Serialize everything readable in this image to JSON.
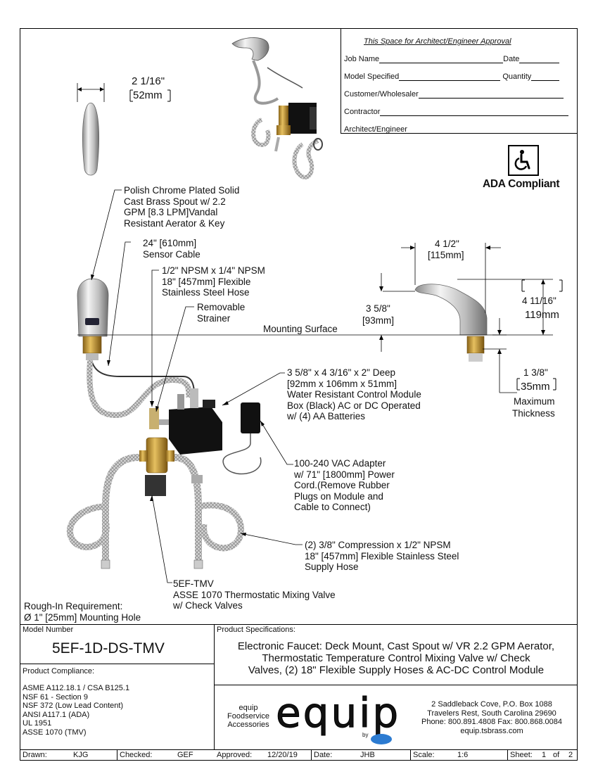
{
  "approval": {
    "title": "This Space for Architect/Engineer Approval",
    "job_name": "Job Name",
    "date": "Date",
    "model_specified": "Model Specified",
    "quantity": "Quantity",
    "customer": "Customer/Wholesaler",
    "contractor": "Contractor",
    "architect": "Architect/Engineer"
  },
  "ada": {
    "label": "ADA Compliant"
  },
  "dims": {
    "spout_width_in": "2 1/16\"",
    "spout_width_mm": "52mm",
    "reach_in": "4 1/2\"",
    "reach_mm": "[115mm]",
    "height_in": "4 11/16\"",
    "height_mm": "119mm",
    "spout_height_in": "3 5/8\"",
    "spout_height_mm": "[93mm]",
    "thickness_in": "1 3/8\"",
    "thickness_mm": "35mm",
    "thickness_label_1": "Maximum",
    "thickness_label_2": "Thickness",
    "mounting_surface": "Mounting Surface"
  },
  "callouts": {
    "spout": [
      "Polish Chrome Plated Solid",
      "Cast Brass Spout w/ 2.2",
      "GPM [8.3 LPM]Vandal",
      "Resistant Aerator & Key"
    ],
    "sensor": [
      "24\" [610mm]",
      "Sensor Cable"
    ],
    "hose": [
      "1/2\" NPSM x 1/4\" NPSM",
      "18\" [457mm] Flexible",
      "Stainless Steel Hose"
    ],
    "strainer": [
      "Removable",
      "Strainer"
    ],
    "module": [
      "3 5/8\" x 4 3/16\" x 2\" Deep",
      "[92mm x 106mm x 51mm]",
      "Water Resistant Control Module",
      "Box (Black) AC or DC Operated",
      "w/ (4) AA Batteries"
    ],
    "adapter": [
      "100-240 VAC Adapter",
      "w/ 71\" [1800mm] Power",
      "Cord.(Remove Rubber",
      "Plugs on Module and",
      "Cable to Connect)"
    ],
    "supply": [
      "(2) 3/8\" Compression x 1/2\" NPSM",
      "18\" [457mm] Flexible Stainless Steel",
      "Supply Hose"
    ],
    "tmv": [
      "5EF-TMV",
      "ASSE 1070 Thermostatic Mixing Valve",
      "w/ Check Valves"
    ],
    "rough_in": [
      "Rough-In Requirement:",
      "Ø 1\" [25mm] Mounting Hole"
    ]
  },
  "title_block": {
    "model_number_label": "Model Number",
    "model_number": "5EF-1D-DS-TMV",
    "compliance_label": "Product Compliance:",
    "compliance": [
      "ASME A112.18.1 / CSA B125.1",
      "NSF 61 - Section 9",
      "NSF 372 (Low Lead Content)",
      "ANSI A117.1 (ADA)",
      "UL 1951",
      "ASSE 1070 (TMV)"
    ],
    "spec_label": "Product Specifications:",
    "spec_lines": [
      "Electronic Faucet: Deck Mount, Cast Spout w/ VR 2.2 GPM Aerator,",
      "Thermostatic Temperature Control Mixing Valve w/ Check",
      "Valves, (2) 18\" Flexible Supply Hoses & AC-DC Control Module"
    ],
    "brand_small": [
      "equip",
      "Foodservice",
      "Accessories"
    ],
    "brand_logo": "equip",
    "brand_by": "by",
    "address": [
      "2 Saddleback Cove, P.O. Box 1088",
      "Travelers Rest, South Carolina 29690",
      "Phone: 800.891.4808  Fax: 800.868.0084",
      "equip.tsbrass.com"
    ],
    "drawn_label": "Drawn:",
    "drawn": "KJG",
    "checked_label": "Checked:",
    "checked": "GEF",
    "approved_label": "Approved:",
    "approved": "12/20/19",
    "date_label": "Date:",
    "date": "JHB",
    "scale_label": "Scale:",
    "scale": "1:6",
    "sheet_label": "Sheet:",
    "sheet": "1",
    "sheet_of": "of",
    "sheet_total": "2"
  }
}
